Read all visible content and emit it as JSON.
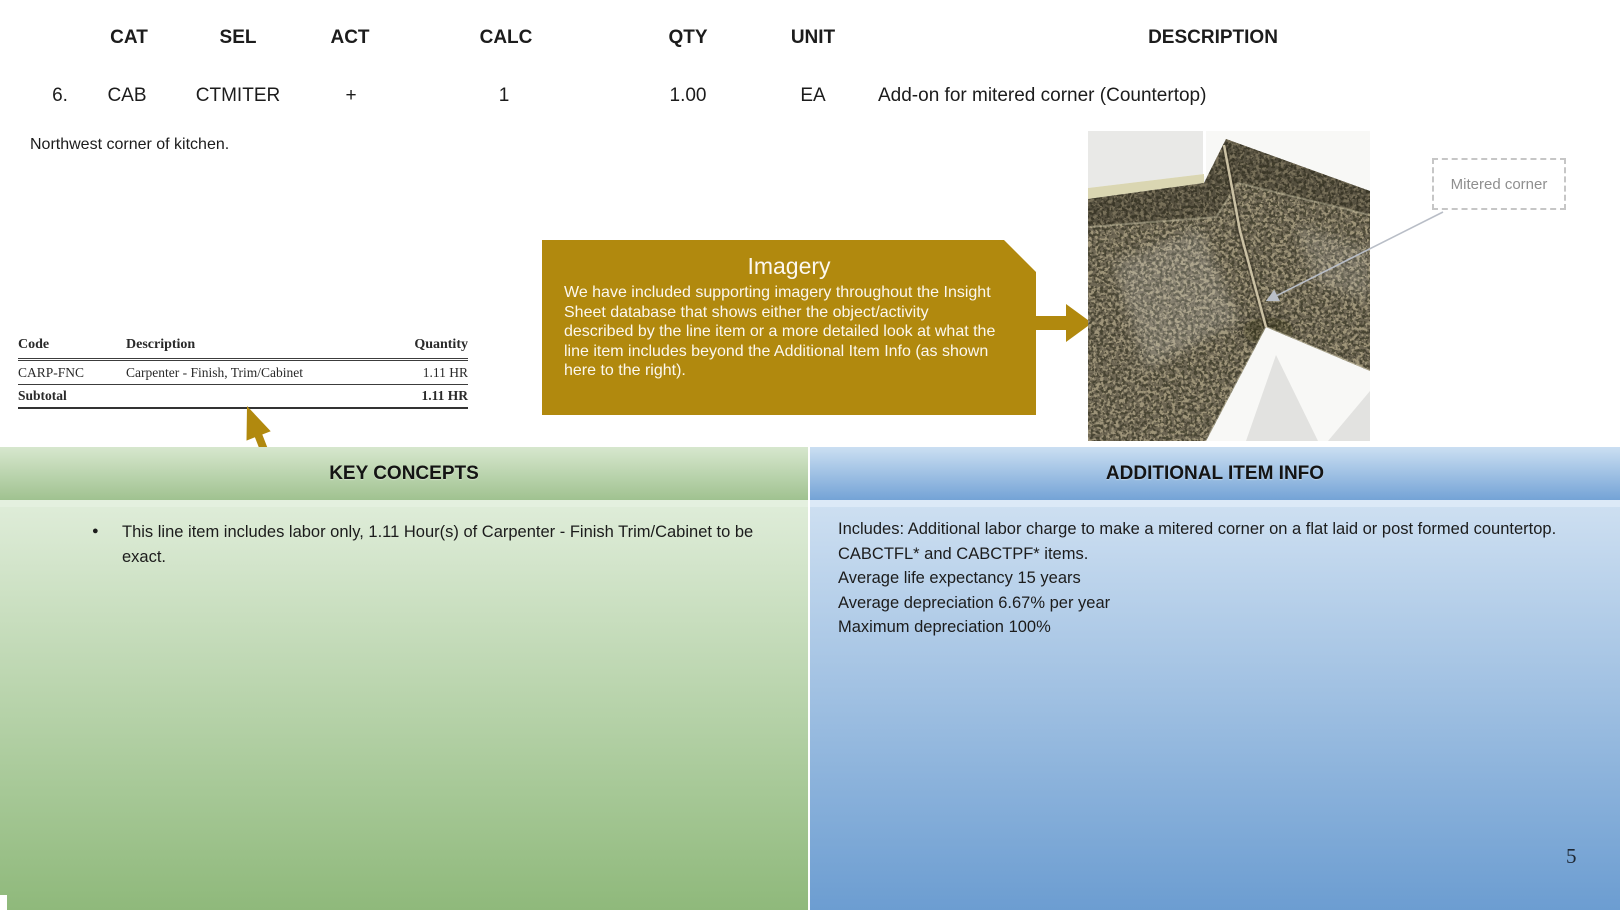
{
  "item_header": {
    "labels": [
      "CAT",
      "SEL",
      "ACT",
      "CALC",
      "QTY",
      "UNIT",
      "DESCRIPTION"
    ]
  },
  "item_row": {
    "number": "6.",
    "cat": "CAB",
    "sel": "CTMITER",
    "act": "+",
    "calc": "1",
    "qty": "1.00",
    "unit": "EA",
    "description": "Add-on for mitered corner (Countertop)"
  },
  "note": "Northwest corner of kitchen.",
  "labor_table": {
    "headers": [
      "Code",
      "Description",
      "Quantity"
    ],
    "row": {
      "code": "CARP-FNC",
      "description": "Carpenter - Finish, Trim/Cabinet",
      "quantity": "1.11 HR"
    },
    "subtotal": {
      "label": "Subtotal",
      "quantity": "1.11 HR"
    }
  },
  "imagery_callout": {
    "title": "Imagery",
    "body": "We have included supporting imagery throughout the Insight Sheet database that shows either the object/activity described by the line item or a more detailed look at what the line item includes beyond the Additional Item Info (as shown here to the right)."
  },
  "figure": {
    "caption": "Mitered corner"
  },
  "key_concepts": {
    "title": "KEY CONCEPTS",
    "bullets": [
      "This line item includes labor only, 1.11 Hour(s) of Carpenter - Finish Trim/Cabinet to be exact."
    ]
  },
  "additional_item_info": {
    "title": "ADDITIONAL ITEM INFO",
    "lines": [
      "Includes: Additional labor charge to make a mitered corner on a flat laid or post formed countertop.  CABCTFL* and CABCTPF* items.",
      "Average life expectancy 15 years",
      "Average depreciation 6.67% per year",
      "Maximum depreciation 100%"
    ]
  },
  "page_number": "5",
  "colors": {
    "gold": "#B1890E",
    "green_band_top": "#D7E7CE",
    "green_band_bottom": "#A0C290",
    "green_body_top": "#DEECD8",
    "green_body_bottom": "#8FB97B",
    "blue_band_top": "#CBDFF2",
    "blue_band_bottom": "#74A3D6",
    "blue_body_top": "#CDDFF1",
    "blue_body_bottom": "#6C9DD1"
  }
}
